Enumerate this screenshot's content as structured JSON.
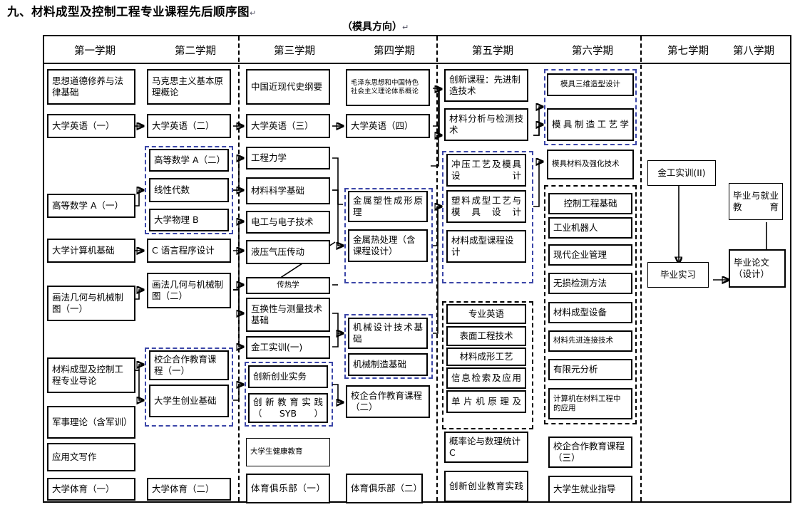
{
  "document": {
    "title": "九、材料成型及控制工程专业课程先后顺序图",
    "subtitle": "（模具方向）",
    "pilcrow": "↵"
  },
  "semesters": [
    {
      "id": "s1",
      "label": "第一学期"
    },
    {
      "id": "s2",
      "label": "第二学期"
    },
    {
      "id": "s3",
      "label": "第三学期"
    },
    {
      "id": "s4",
      "label": "第四学期"
    },
    {
      "id": "s5",
      "label": "第五学期"
    },
    {
      "id": "s6",
      "label": "第六学期"
    },
    {
      "id": "s7",
      "label": "第七学期"
    },
    {
      "id": "s8",
      "label": "第八学期"
    }
  ],
  "colors": {
    "group_dashed_blue": "#3b46a8",
    "group_dashed_black": "#000000",
    "box_border": "#000000",
    "page_background": "#ffffff"
  },
  "courses": {
    "c1_1": "思想道德修养与法律基础",
    "c1_2": "大学英语（一）",
    "c1_3": "高等数学 A（一）",
    "c1_4": "大学计算机基础",
    "c1_5": "画法几何与机械制图（一）",
    "c1_6": "材料成型及控制工程专业导论",
    "c1_7": "军事理论（含军训）",
    "c1_8": "应用文写作",
    "c1_9": "大学体育（一）",
    "c2_1": "马克思主义基本原理概论",
    "c2_2": "大学英语（二）",
    "c2_3": "高等数学 A（二）",
    "c2_4": "线性代数",
    "c2_5": "大学物理 B",
    "c2_6": "C 语言程序设计",
    "c2_7": "画法几何与机械制图（二）",
    "c2_8": "校企合作教育课程（一）",
    "c2_9": "大学生创业基础",
    "c2_10": "大学体育（二）",
    "c3_1": "中国近现代史纲要",
    "c3_2": "大学英语（三）",
    "c3_3": "工程力学",
    "c3_4": "材料科学基础",
    "c3_5": "电工与电子技术",
    "c3_6": "液压气压传动",
    "c3_7": "传热学",
    "c3_8": "互换性与测量技术基础",
    "c3_9": "金工实训(一)",
    "c3_10": "创新创业实务",
    "c3_11": "创新教育实践（SYB）",
    "c3_12": "大学生健康教育",
    "c3_13": "体育俱乐部（一）",
    "c4_1": "毛泽东思想和中国特色社会主义理论体系概论",
    "c4_2": "大学英语（四）",
    "c4_3": "金属塑性成形原理",
    "c4_4": "金属热处理（含课程设计）",
    "c4_5": "机械设计技术基础",
    "c4_6": "机械制造基础",
    "c4_7": "校企合作教育课程（二）",
    "c4_8": "体育俱乐部（二）",
    "c5_1": "创新课程：先进制造技术",
    "c5_2": "材料分析与检测技术",
    "c5_3": "冲压工艺及模具设计",
    "c5_4": "塑料成型工艺与模具设计",
    "c5_5": "材料成型课程设计",
    "c5_6": "专业英语",
    "c5_7": "表面工程技术",
    "c5_8": "材料成形工艺",
    "c5_9": "信息检索及应用",
    "c5_10": "单片机原理及",
    "c5_11": "概率论与数理统计 C",
    "c5_12": "创新创业教育实践",
    "c6_1": "模具三维造型设计",
    "c6_2": "模具制造工艺学",
    "c6_3": "模具材料及强化技术",
    "c6_4": "控制工程基础",
    "c6_5": "工业机器人",
    "c6_6": "现代企业管理",
    "c6_7": "无损检测方法",
    "c6_8": "材料成型设备",
    "c6_9": "材料先进连接技术",
    "c6_10": "有限元分析",
    "c6_11": "计算机在材料工程中的应用",
    "c6_12": "校企合作教育课程（三）",
    "c6_13": "大学生就业指导",
    "c7_1": "金工实训(II)",
    "c7_2": "毕业实习",
    "c8_1": "毕业与就业教育",
    "c8_2": "毕业论文（设计）"
  },
  "groups": [
    {
      "id": "g1",
      "style": "blue-dashed",
      "semester": "第二学期",
      "members": [
        "高等数学 A（二）",
        "线性代数",
        "大学物理 B"
      ]
    },
    {
      "id": "g2",
      "style": "blue-dashed",
      "semester": "第二学期",
      "members": [
        "校企合作教育课程（一）",
        "大学生创业基础"
      ]
    },
    {
      "id": "g3",
      "style": "blue-dashed",
      "semester": "第三学期",
      "members": [
        "创新创业实务",
        "创新教育实践（SYB）"
      ]
    },
    {
      "id": "g4",
      "style": "blue-dashed",
      "semester": "第四学期",
      "members": [
        "金属塑性成形原理",
        "金属热处理（含课程设计）"
      ]
    },
    {
      "id": "g5",
      "style": "blue-dashed",
      "semester": "第四学期",
      "members": [
        "机械设计技术基础",
        "机械制造基础"
      ]
    },
    {
      "id": "g6",
      "style": "blue-dashed",
      "semester": "第五学期",
      "members": [
        "冲压工艺及模具设计",
        "塑料成型工艺与模具设计",
        "材料成型课程设计"
      ]
    },
    {
      "id": "g7",
      "style": "black-dashed",
      "semester": "第五学期",
      "members": [
        "专业英语",
        "表面工程技术",
        "材料成形工艺",
        "信息检索及应用",
        "单片机原理及"
      ]
    },
    {
      "id": "g8",
      "style": "blue-dashed",
      "semester": "第六学期",
      "members": [
        "模具三维造型设计",
        "模具制造工艺学"
      ]
    },
    {
      "id": "g9",
      "style": "black-dashed",
      "semester": "第六学期",
      "members": [
        "控制工程基础",
        "工业机器人",
        "现代企业管理",
        "无损检测方法",
        "材料成型设备",
        "材料先进连接技术",
        "有限元分析",
        "计算机在材料工程中的应用"
      ]
    }
  ]
}
